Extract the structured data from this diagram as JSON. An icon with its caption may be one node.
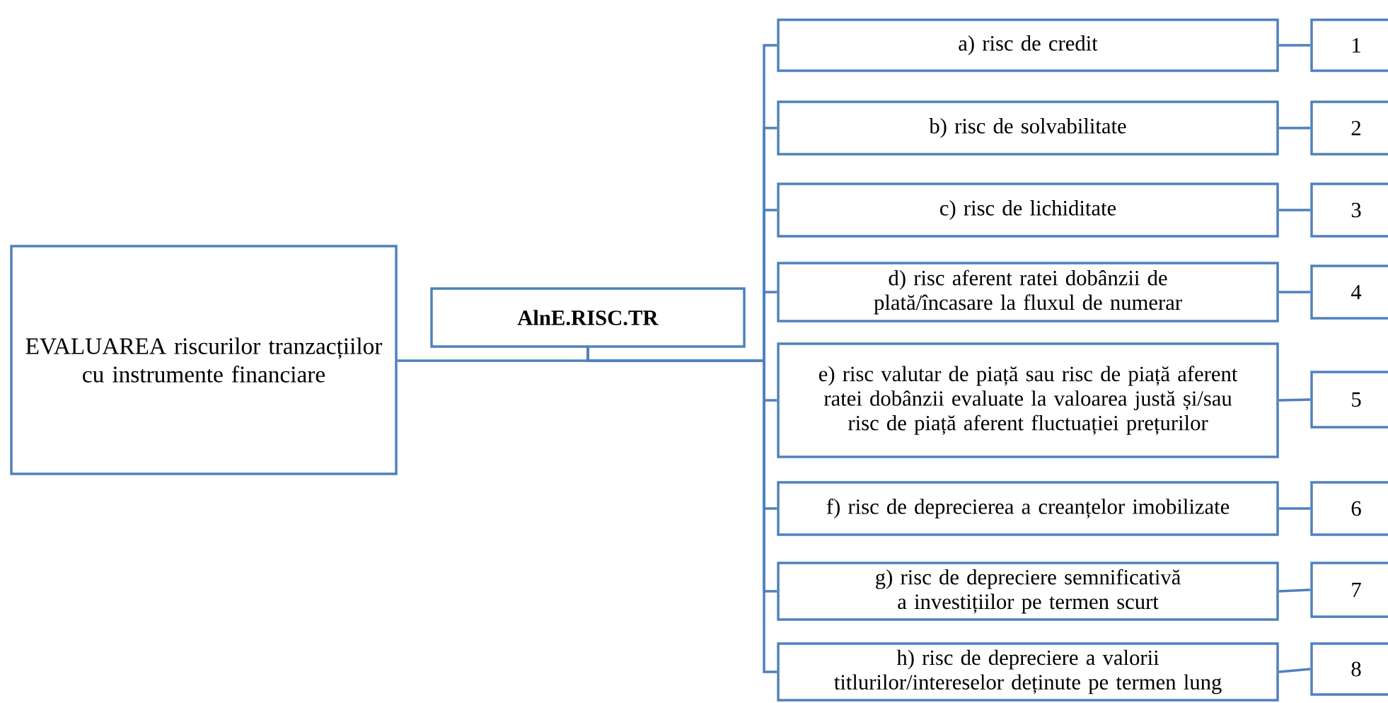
{
  "diagram": {
    "nodes": [
      {
        "text": [
          "EVALUAREA  riscurilor tranzacțiilor cu instrumente financiare"
        ]
      },
      {
        "text": [
          "**AlnE.RISC.TR**"
        ]
      },
      {
        "text": [
          "a) risc de credit"
        ]
      },
      {
        "text": [
          "b) risc de solvabilitate"
        ]
      },
      {
        "text": [
          "c) risc de lichiditate"
        ]
      },
      {
        "text": [
          "d) risc aferent ratei dobânzii de plată/încasare la fluxul de numerar"
        ]
      },
      {
        "text": [
          "e) risc valutar de piață sau risc de piață aferent ratei dobânzii evaluate la valoarea justă și/sau risc de piață aferent fluctuației prețurilor"
        ]
      },
      {
        "text": [
          "f) risc de deprecierea a creanțelor imobilizate"
        ]
      },
      {
        "text": [
          "g) risc de depreciere semnificativă a investițiilor pe termen scurt"
        ]
      },
      {
        "text": [
          "h) risc de depreciere a valorii titlurilor/intereselor deținute pe termen lung"
        ]
      },
      {
        "text": [
          "1"
        ]
      },
      {
        "text": [
          "2"
        ]
      },
      {
        "text": [
          "3"
        ]
      },
      {
        "text": [
          "4"
        ]
      },
      {
        "text": [
          "5"
        ]
      },
      {
        "text": [
          "6"
        ]
      },
      {
        "text": [
          "7"
        ]
      },
      {
        "text": [
          "8"
        ]
      }
    ],
    "edges": [
      {
        "from": 0,
        "to": 1,
        "arrow": "none"
      },
      {
        "from": 1,
        "to": 2,
        "arrow": "none"
      },
      {
        "from": 1,
        "to": 3,
        "arrow": "none"
      },
      {
        "from": 1,
        "to": 4,
        "arrow": "none"
      },
      {
        "from": 1,
        "to": 5,
        "arrow": "none"
      },
      {
        "from": 1,
        "to": 6,
        "arrow": "none"
      },
      {
        "from": 1,
        "to": 7,
        "arrow": "none"
      },
      {
        "from": 1,
        "to": 8,
        "arrow": "none"
      },
      {
        "from": 1,
        "to": 9,
        "arrow": "none"
      },
      {
        "from": 2,
        "to": 10,
        "arrow": "none"
      },
      {
        "from": 3,
        "to": 11,
        "arrow": "none"
      },
      {
        "from": 4,
        "to": 12,
        "arrow": "none"
      },
      {
        "from": 5,
        "to": 13,
        "arrow": "none"
      },
      {
        "from": 6,
        "to": 14,
        "arrow": "none"
      },
      {
        "from": 7,
        "to": 15,
        "arrow": "none"
      },
      {
        "from": 8,
        "to": 16,
        "arrow": "none"
      },
      {
        "from": 9,
        "to": 17,
        "arrow": "none"
      }
    ]
  }
}
